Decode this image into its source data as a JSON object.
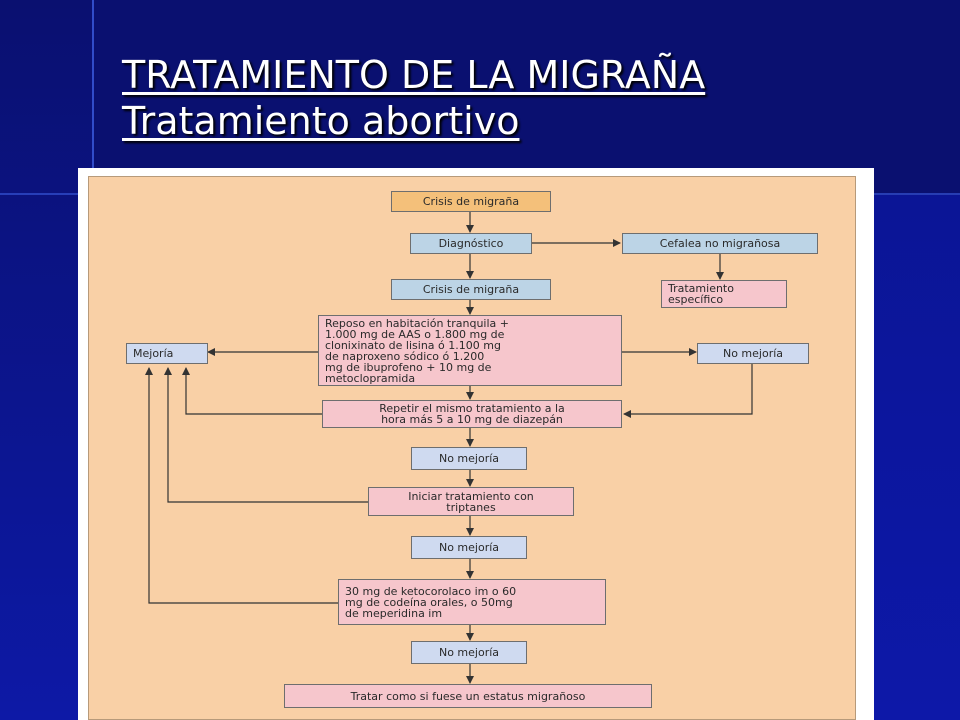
{
  "slide": {
    "title_line1": "TRATAMIENTO DE LA MIGRAÑA",
    "title_line2": "Tratamiento abortivo"
  },
  "flowchart": {
    "crisis_top": "Crisis de migraña",
    "diagnostico": "Diagnóstico",
    "cefalea": "Cefalea no migrañosa",
    "crisis_second": "Crisis de migraña",
    "tratamiento_especifico": "Tratamiento\nespecífico",
    "reposo": "Reposo en habitación tranquila +\n1.000 mg de AAS o 1.800 mg de\nclonixinato de lisina ó 1.100 mg\nde naproxeno sódico ó 1.200\nmg de ibuprofeno + 10 mg de\nmetoclopramida",
    "mejoria": "Mejoría",
    "no_mejoria_right": "No mejoría",
    "repetir": "Repetir el mismo tratamiento a la\nhora más 5 a 10 mg de diazepán",
    "no_mejoria_1": "No mejoría",
    "triptanes": "Iniciar tratamiento con\ntriptanes",
    "no_mejoria_2": "No mejoría",
    "ketocorolaco": "30 mg de ketocorolaco im o 60\nmg de codeína orales, o 50mg\nde meperidina im",
    "no_mejoria_3": "No mejoría",
    "estatus": "Tratar como si fuese un estatus migrañoso"
  }
}
